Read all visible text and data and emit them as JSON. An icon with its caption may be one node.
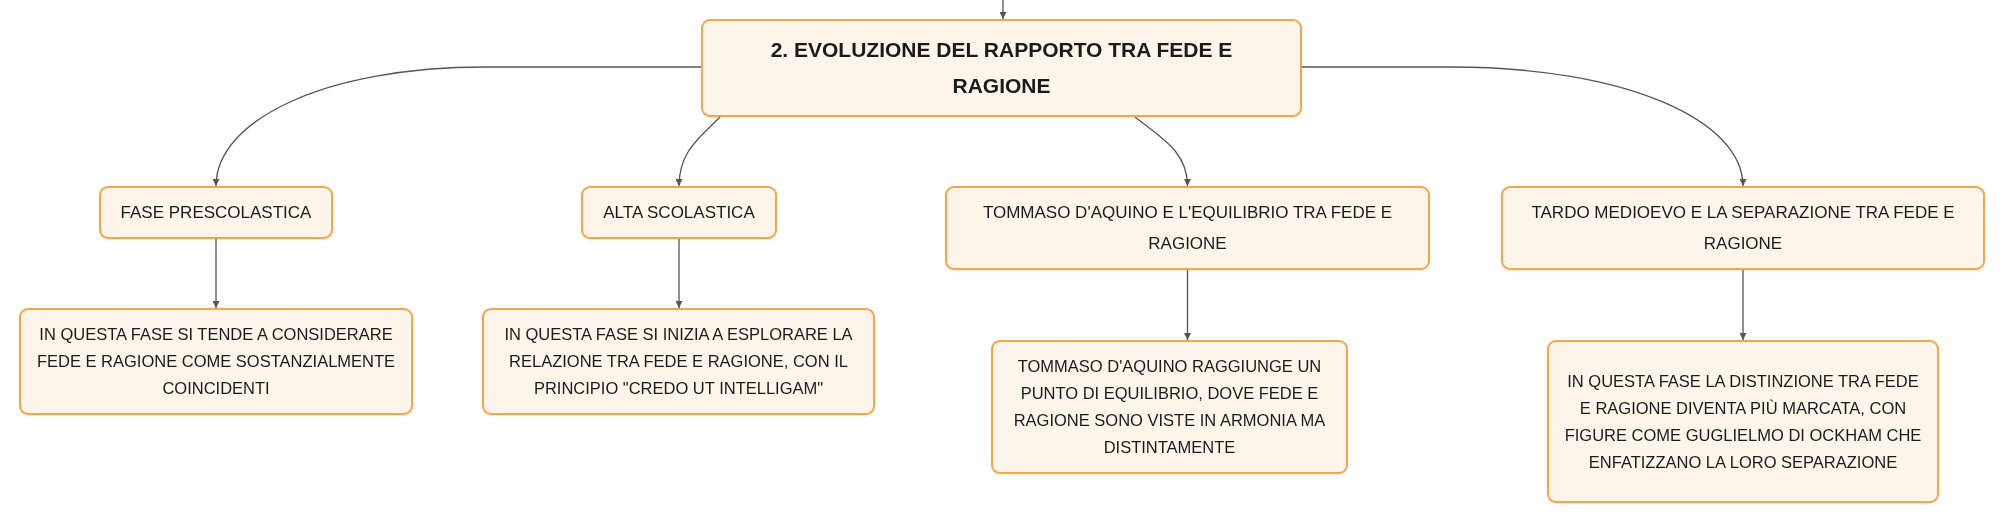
{
  "diagram": {
    "nodes": [
      {
        "text": [
          "2. EVOLUZIONE DEL RAPPORTO TRA FEDE E RAGIONE"
        ]
      },
      {
        "text": [
          "FASE PRESCOLASTICA"
        ]
      },
      {
        "text": [
          "ALTA SCOLASTICA"
        ]
      },
      {
        "text": [
          "TOMMASO D'AQUINO E L'EQUILIBRIO TRA FEDE E RAGIONE"
        ]
      },
      {
        "text": [
          "TARDO MEDIOEVO E LA SEPARAZIONE TRA FEDE E RAGIONE"
        ]
      },
      {
        "text": [
          "IN QUESTA FASE SI TENDE A CONSIDERARE FEDE E RAGIONE COME SOSTANZIALMENTE COINCIDENTI"
        ]
      },
      {
        "text": [
          "IN QUESTA FASE SI INIZIA A ESPLORARE LA RELAZIONE TRA FEDE E RAGIONE, CON IL PRINCIPIO \"CREDO UT INTELLIGAM\""
        ]
      },
      {
        "text": [
          "TOMMASO D'AQUINO RAGGIUNGE UN PUNTO DI EQUILIBRIO, DOVE FEDE E RAGIONE SONO VISTE IN ARMONIA MA DISTINTAMENTE"
        ]
      },
      {
        "text": [
          "IN QUESTA FASE LA DISTINZIONE TRA FEDE E RAGIONE DIVENTA PIÙ MARCATA, CON FIGURE COME GUGLIELMO DI OCKHAM CHE ENFATIZZANO LA LORO SEPARAZIONE"
        ]
      }
    ],
    "edges": [
      {
        "from": null,
        "to": 0,
        "arrow": "to"
      },
      {
        "from": 0,
        "to": 1,
        "arrow": "to"
      },
      {
        "from": 0,
        "to": 2,
        "arrow": "to"
      },
      {
        "from": 0,
        "to": 3,
        "arrow": "to"
      },
      {
        "from": 0,
        "to": 4,
        "arrow": "to"
      },
      {
        "from": 1,
        "to": 5,
        "arrow": "to"
      },
      {
        "from": 2,
        "to": 6,
        "arrow": "to"
      },
      {
        "from": 3,
        "to": 7,
        "arrow": "to"
      },
      {
        "from": 4,
        "to": 8,
        "arrow": "to"
      }
    ]
  }
}
